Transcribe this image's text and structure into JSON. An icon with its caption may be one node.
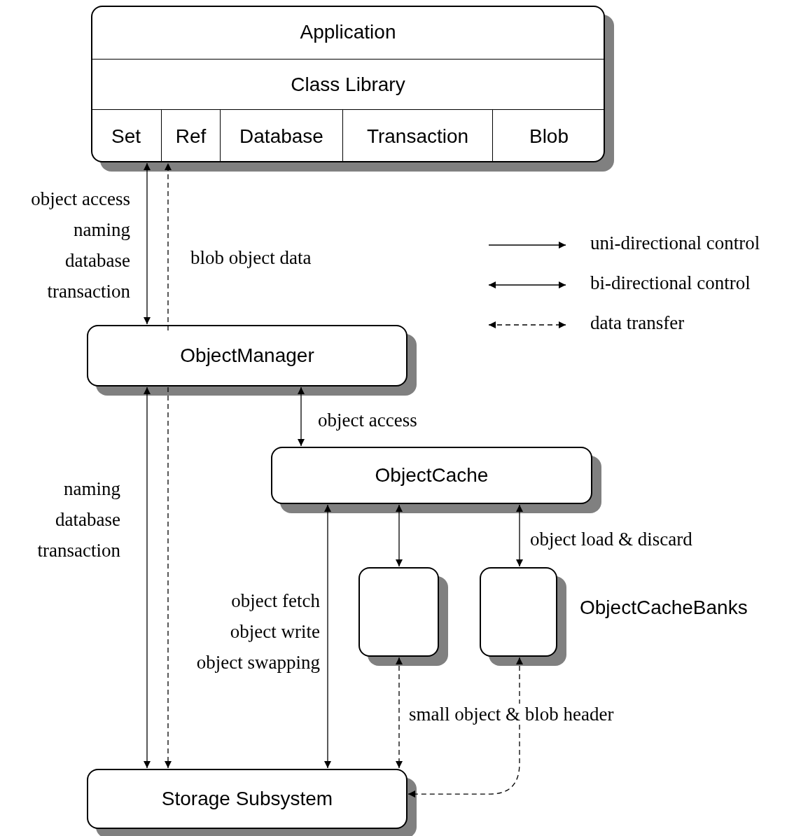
{
  "diagram": {
    "nodes": [
      {
        "text": [],
        "shape": "box"
      },
      {
        "text": [
          "Application"
        ],
        "in": 0
      },
      {
        "text": [
          "Class Library"
        ],
        "in": 0
      },
      {
        "text": [
          "Set"
        ],
        "in": 0
      },
      {
        "text": [
          "Ref"
        ],
        "in": 0
      },
      {
        "text": [
          "Database"
        ],
        "in": 0
      },
      {
        "text": [
          "Transaction"
        ],
        "in": 0
      },
      {
        "text": [
          "Blob"
        ],
        "in": 0
      },
      {
        "text": [
          "ObjectManager"
        ]
      },
      {
        "text": [
          "ObjectCache"
        ]
      },
      {
        "text": [],
        "shape": "box"
      },
      {
        "text": [],
        "shape": "box"
      },
      {
        "text": [
          "Storage Subsystem"
        ]
      }
    ],
    "edges": [
      {
        "from": 3,
        "to": 8,
        "arrow": "both",
        "label": "object access naming database transaction"
      },
      {
        "from": 8,
        "to": 4,
        "arrow": "to",
        "style": "dashed",
        "label": "blob object data"
      },
      {
        "from": 8,
        "to": 12,
        "arrow": "both",
        "label": "naming database transaction"
      },
      {
        "from": 8,
        "to": 12,
        "arrow": "to",
        "style": "dashed"
      },
      {
        "from": 8,
        "to": 9,
        "arrow": "both",
        "label": "object access"
      },
      {
        "from": 9,
        "to": 12,
        "arrow": "both",
        "label": "object fetch object write object swapping"
      },
      {
        "from": 9,
        "to": 10,
        "arrow": "both"
      },
      {
        "from": 9,
        "to": 11,
        "arrow": "both",
        "label": "object load & discard"
      },
      {
        "from": 10,
        "to": 12,
        "arrow": "both",
        "style": "dashed",
        "label": "small object & blob header"
      },
      {
        "from": 11,
        "to": 12,
        "arrow": "both",
        "style": "dashed"
      }
    ],
    "labels": [
      "ObjectCacheBanks"
    ],
    "legend": [
      {
        "text": "uni-directional control"
      },
      {
        "text": "bi-directional control"
      },
      {
        "text": "data transfer"
      }
    ]
  }
}
